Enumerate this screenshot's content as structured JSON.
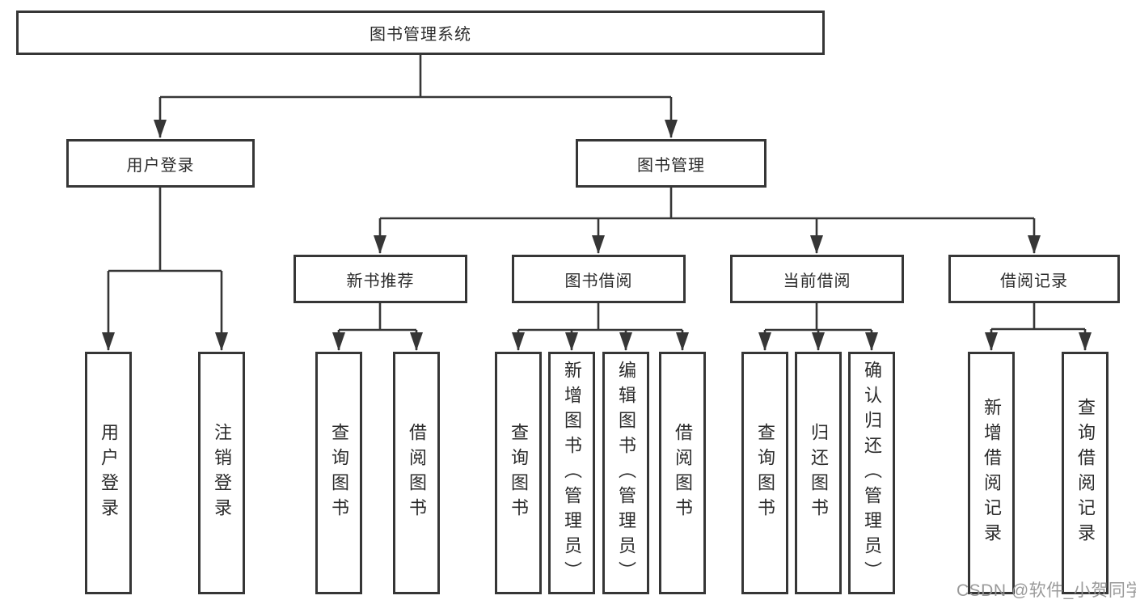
{
  "diagram_title": "图书管理系统",
  "style": {
    "line_color": "#363636",
    "box_border_color": "#363636",
    "text_color": "#2b2b2b",
    "watermark_color": "#919191",
    "background": "#ffffff"
  },
  "watermark": {
    "text": "CSDN @软件_小贺同学"
  },
  "tree": {
    "label": "图书管理系统",
    "children": [
      {
        "label": "用户登录",
        "children": [
          {
            "label": "用户登录"
          },
          {
            "label": "注销登录"
          }
        ]
      },
      {
        "label": "图书管理",
        "children": [
          {
            "label": "新书推荐",
            "children": [
              {
                "label": "查询图书"
              },
              {
                "label": "借阅图书"
              }
            ]
          },
          {
            "label": "图书借阅",
            "children": [
              {
                "label": "查询图书"
              },
              {
                "label": "新增图书（管理员）"
              },
              {
                "label": "编辑图书（管理员）"
              },
              {
                "label": "借阅图书"
              }
            ]
          },
          {
            "label": "当前借阅",
            "children": [
              {
                "label": "查询图书"
              },
              {
                "label": "归还图书"
              },
              {
                "label": "确认归还（管理员）"
              }
            ]
          },
          {
            "label": "借阅记录",
            "children": [
              {
                "label": "新增借阅记录"
              },
              {
                "label": "查询借阅记录"
              }
            ]
          }
        ]
      }
    ]
  }
}
